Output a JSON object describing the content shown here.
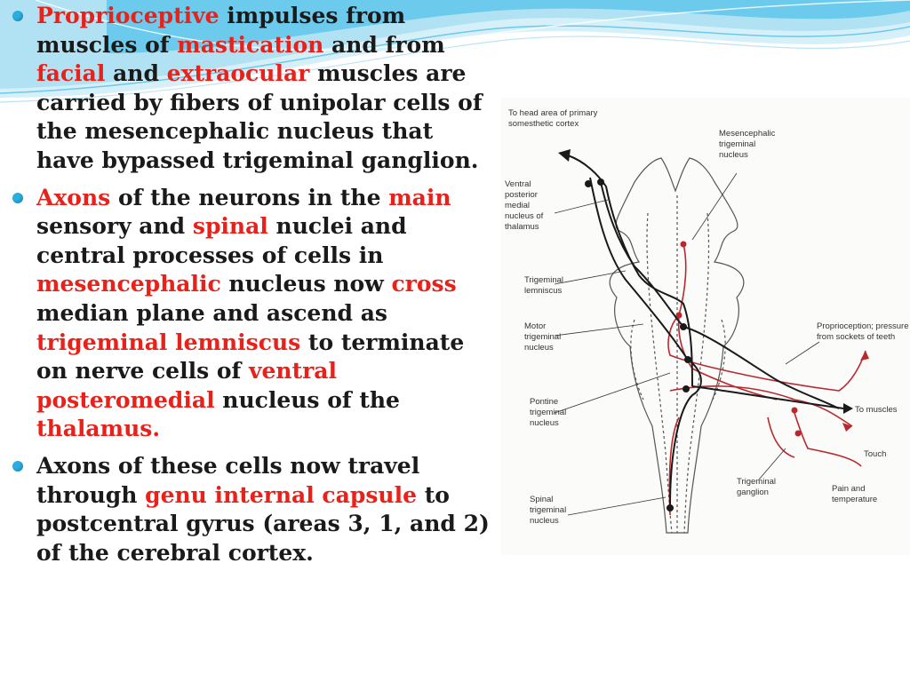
{
  "colors": {
    "highlight": "#e8221b",
    "text": "#1a1a1a",
    "bullet": "#2aaee0",
    "wave": "#3fb8e4",
    "pathway_black": "#1a1a1a",
    "pathway_red": "#b8282e"
  },
  "bullets": [
    {
      "segments": [
        {
          "text": "Proprioceptive",
          "hl": true
        },
        {
          "text": " impulses from muscles of ",
          "hl": false
        },
        {
          "text": "mastication",
          "hl": true
        },
        {
          "text": " and from ",
          "hl": false
        },
        {
          "text": "facial",
          "hl": true
        },
        {
          "text": " and ",
          "hl": false
        },
        {
          "text": "extraocular",
          "hl": true
        },
        {
          "text": " muscles are carried by fibers of unipolar cells of the mesencephalic nucleus that have bypassed trigeminal ganglion.",
          "hl": false
        }
      ]
    },
    {
      "segments": [
        {
          "text": "Axons",
          "hl": true
        },
        {
          "text": " of the neurons in the ",
          "hl": false
        },
        {
          "text": "main",
          "hl": true
        },
        {
          "text": " sensory and ",
          "hl": false
        },
        {
          "text": "spinal",
          "hl": true
        },
        {
          "text": " nuclei and central processes of cells in ",
          "hl": false
        },
        {
          "text": "mesencephalic",
          "hl": true
        },
        {
          "text": " nucleus now ",
          "hl": false
        },
        {
          "text": "cross",
          "hl": true
        },
        {
          "text": "  median plane and ascend as ",
          "hl": false
        },
        {
          "text": "trigeminal lemniscus",
          "hl": true
        },
        {
          "text": " to terminate on  nerve cells of ",
          "hl": false
        },
        {
          "text": "ventral posteromedial",
          "hl": true
        },
        {
          "text": " nucleus of the ",
          "hl": false
        },
        {
          "text": "thalamus.",
          "hl": true
        }
      ]
    },
    {
      "segments": [
        {
          "text": "Axons of these cells now travel through ",
          "hl": false
        },
        {
          "text": "genu internal capsule",
          "hl": true
        },
        {
          "text": " to postcentral gyrus (areas 3, 1, and 2) of the cerebral cortex.",
          "hl": false
        }
      ]
    }
  ],
  "figure": {
    "labels": {
      "cortex": [
        "To head area of primary",
        "somesthetic cortex"
      ],
      "vpm": [
        "Ventral",
        "posterior",
        "medial",
        "nucleus of",
        "thalamus"
      ],
      "mesencephalic": [
        "Mesencephalic",
        "trigeminal",
        "nucleus"
      ],
      "lemniscus": [
        "Trigeminal",
        "lemniscus"
      ],
      "motor": [
        "Motor",
        "trigeminal",
        "nucleus"
      ],
      "proprioception": [
        "Proprioception; pressure",
        "from sockets of teeth"
      ],
      "pontine": [
        "Pontine",
        "trigeminal",
        "nucleus"
      ],
      "to_muscles": "To muscles",
      "touch": "Touch",
      "ganglion": [
        "Trigeminal",
        "ganglion"
      ],
      "pain": [
        "Pain and",
        "temperature"
      ],
      "spinal": [
        "Spinal",
        "trigeminal",
        "nucleus"
      ]
    }
  }
}
